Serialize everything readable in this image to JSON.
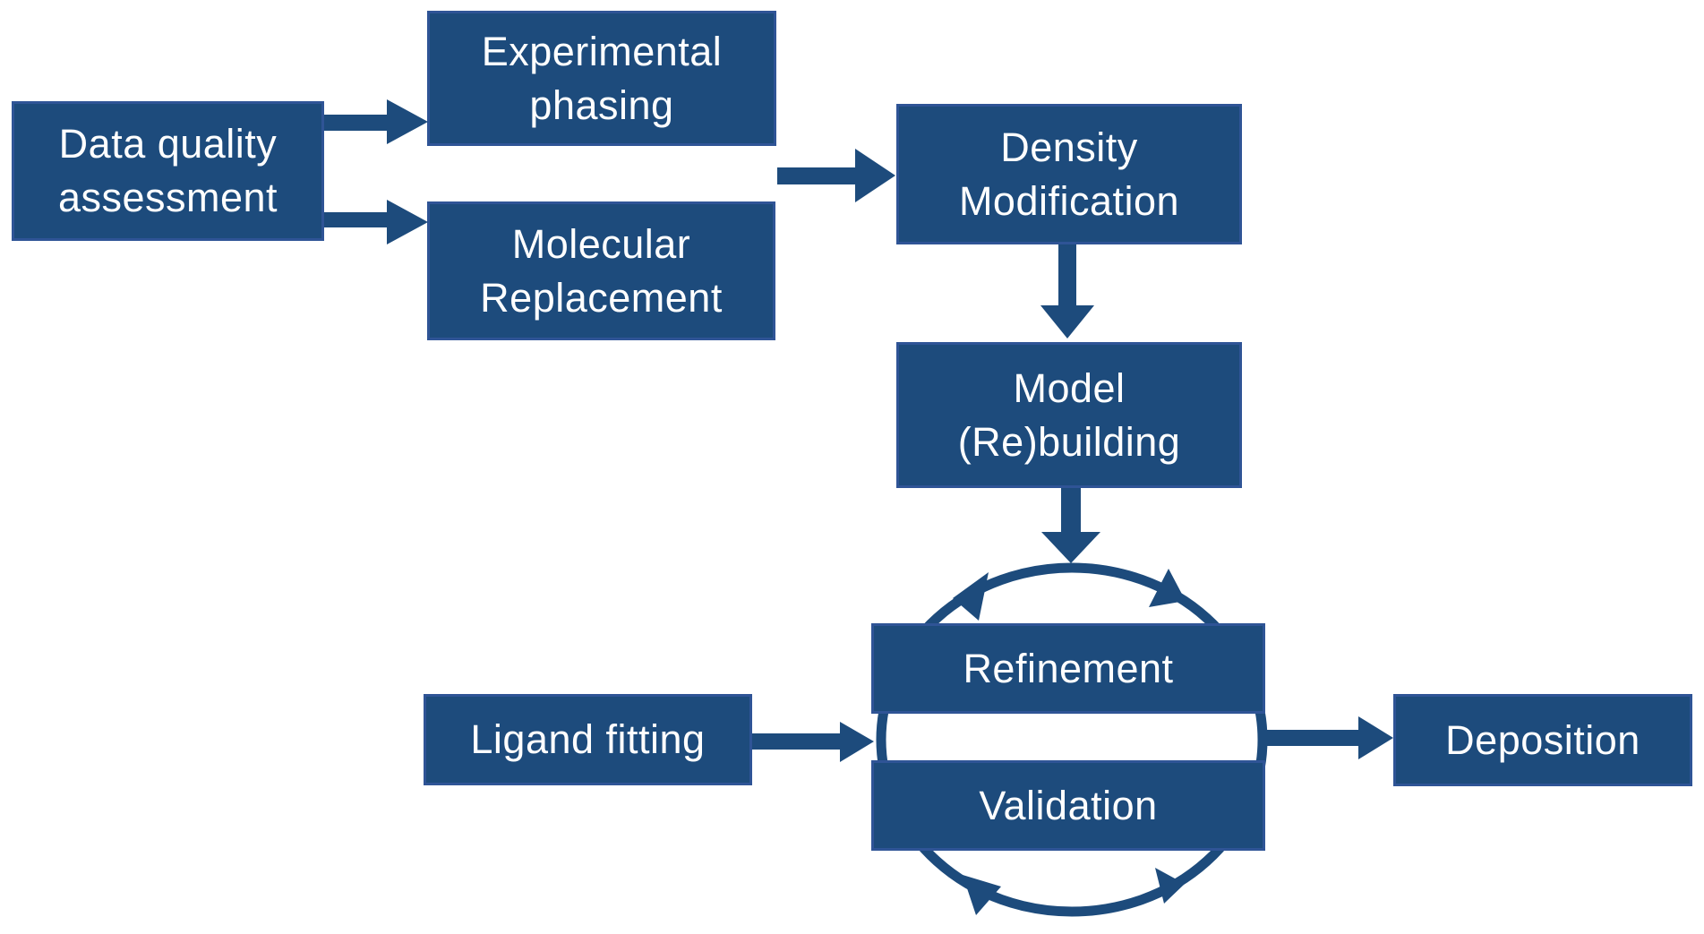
{
  "colors": {
    "box_fill": "#1d4b7c",
    "box_border": "#2f5496",
    "ink": "#1d4b7c",
    "text": "#ffffff",
    "background": "#ffffff"
  },
  "diagram": {
    "boxes": {
      "data_quality": {
        "line1": "Data quality",
        "line2": "assessment"
      },
      "experimental_phasing": {
        "line1": "Experimental",
        "line2": "phasing"
      },
      "molecular_replacement": {
        "line1": "Molecular",
        "line2": "Replacement"
      },
      "density_modification": {
        "line1": "Density",
        "line2": "Modification"
      },
      "model_rebuilding": {
        "line1": "Model",
        "line2": "(Re)building"
      },
      "refinement": {
        "line1": "Refinement"
      },
      "validation": {
        "line1": "Validation"
      },
      "ligand_fitting": {
        "line1": "Ligand fitting"
      },
      "deposition": {
        "line1": "Deposition"
      }
    }
  }
}
